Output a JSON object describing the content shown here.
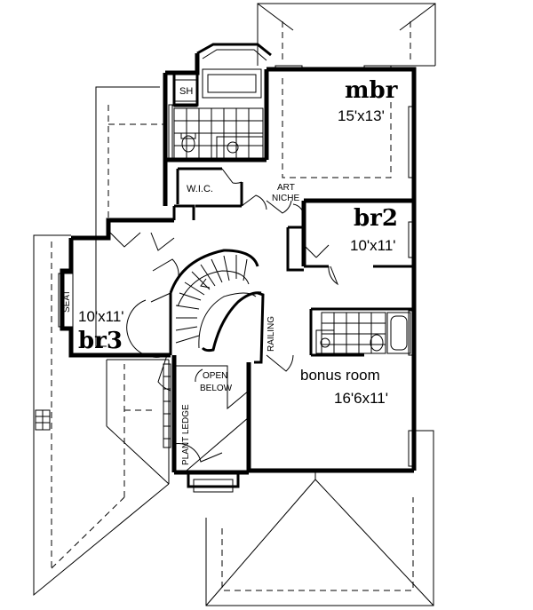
{
  "rooms": {
    "mbr": {
      "name": "mbr",
      "size": "15'x13'"
    },
    "br2": {
      "name": "br2",
      "size": "10'x11'"
    },
    "br3": {
      "name": "br3",
      "size": "10'x11'"
    },
    "bonus": {
      "name": "bonus room",
      "size": "16'6x11'"
    }
  },
  "labels": {
    "shower": "SH",
    "wic": "W.I.C.",
    "art_niche_1": "ART",
    "art_niche_2": "NICHE",
    "seat": "SEAT",
    "railing": "RAILING",
    "open_below_1": "OPEN",
    "open_below_2": "BELOW",
    "plant_ledge": "PLANT LEDGE"
  }
}
